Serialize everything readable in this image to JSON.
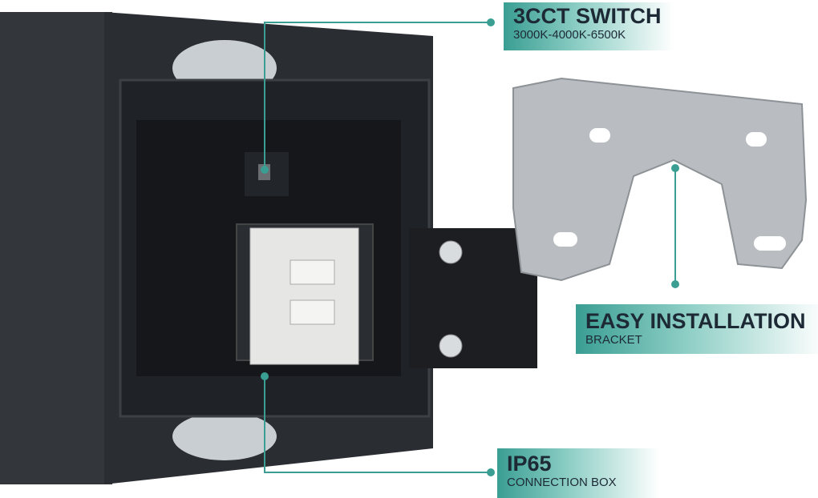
{
  "callouts": {
    "switch": {
      "title": "3CCT SWITCH",
      "subtitle": "3000K-4000K-6500K"
    },
    "bracket": {
      "title": "EASY INSTALLATION",
      "subtitle": "BRACKET"
    },
    "box": {
      "title": "IP65",
      "subtitle": "CONNECTION BOX"
    }
  },
  "colors": {
    "accent": "#3a9e93",
    "housing": "#2b2f34",
    "bracket": "#b9bdc1"
  }
}
